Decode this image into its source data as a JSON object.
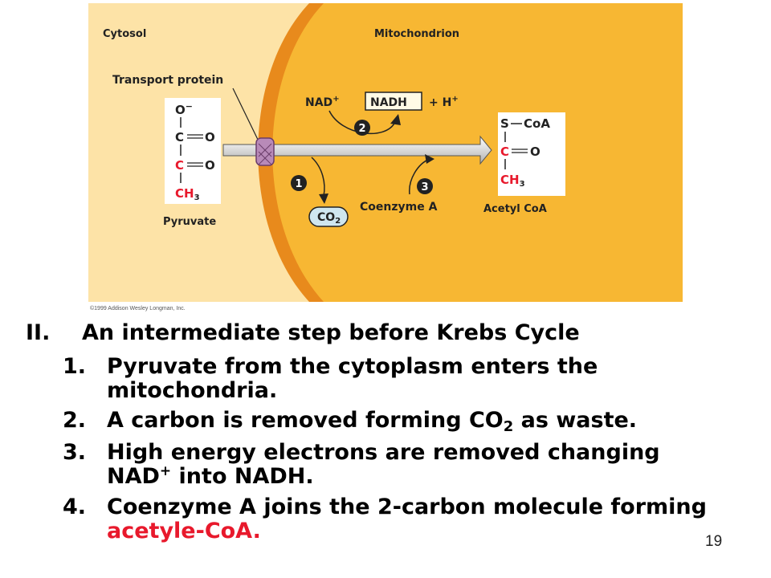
{
  "diagram": {
    "cytosol_label": "Cytosol",
    "mitochondrion_label": "Mitochondrion",
    "transport_protein_label": "Transport protein",
    "nad_plus": "NAD",
    "nad_plus_sup": "+",
    "nadh_label": "NADH",
    "h_plus": "+ H",
    "h_plus_sup": "+",
    "co2_label": "CO",
    "co2_sub": "2",
    "coenzyme_a_label": "Coenzyme A",
    "pyruvate_label": "Pyruvate",
    "acetyl_coa_label": "Acetyl CoA",
    "steps": [
      "1",
      "2",
      "3"
    ],
    "pyruvate_atoms": {
      "o_minus": "O",
      "o_minus_sup": "−",
      "c1": "C",
      "o1": "O",
      "c2": "C",
      "o2": "O",
      "ch3": "CH",
      "ch3_sub": "3"
    },
    "acetyl_atoms": {
      "s": "S",
      "coa": "CoA",
      "c1": "C",
      "o1": "O",
      "ch3": "CH",
      "ch3_sub": "3"
    },
    "copyright": "©1999 Addison Wesley Longman, Inc.",
    "colors": {
      "cytosol": "#fde3a7",
      "mitochondrion": "#f7b733",
      "membrane": "#e88a1c",
      "carbon_red": "#e8192c"
    }
  },
  "slide": {
    "heading_num": "II.",
    "heading": "An intermediate step before Krebs Cycle",
    "items": [
      {
        "num": "1.",
        "text": "Pyruvate from the cytoplasm enters the mitochondria."
      },
      {
        "num": "2.",
        "text_before": "A carbon is removed forming CO",
        "sub": "2",
        "text_after": " as waste."
      },
      {
        "num": "3.",
        "text_before": "High energy electrons are removed changing NAD",
        "sup": "+",
        "text_after": " into NADH."
      },
      {
        "num": "4.",
        "text_before": "Coenzyme A joins the 2-carbon molecule forming ",
        "highlight": "acetyle-CoA."
      }
    ],
    "page_number": "19"
  }
}
